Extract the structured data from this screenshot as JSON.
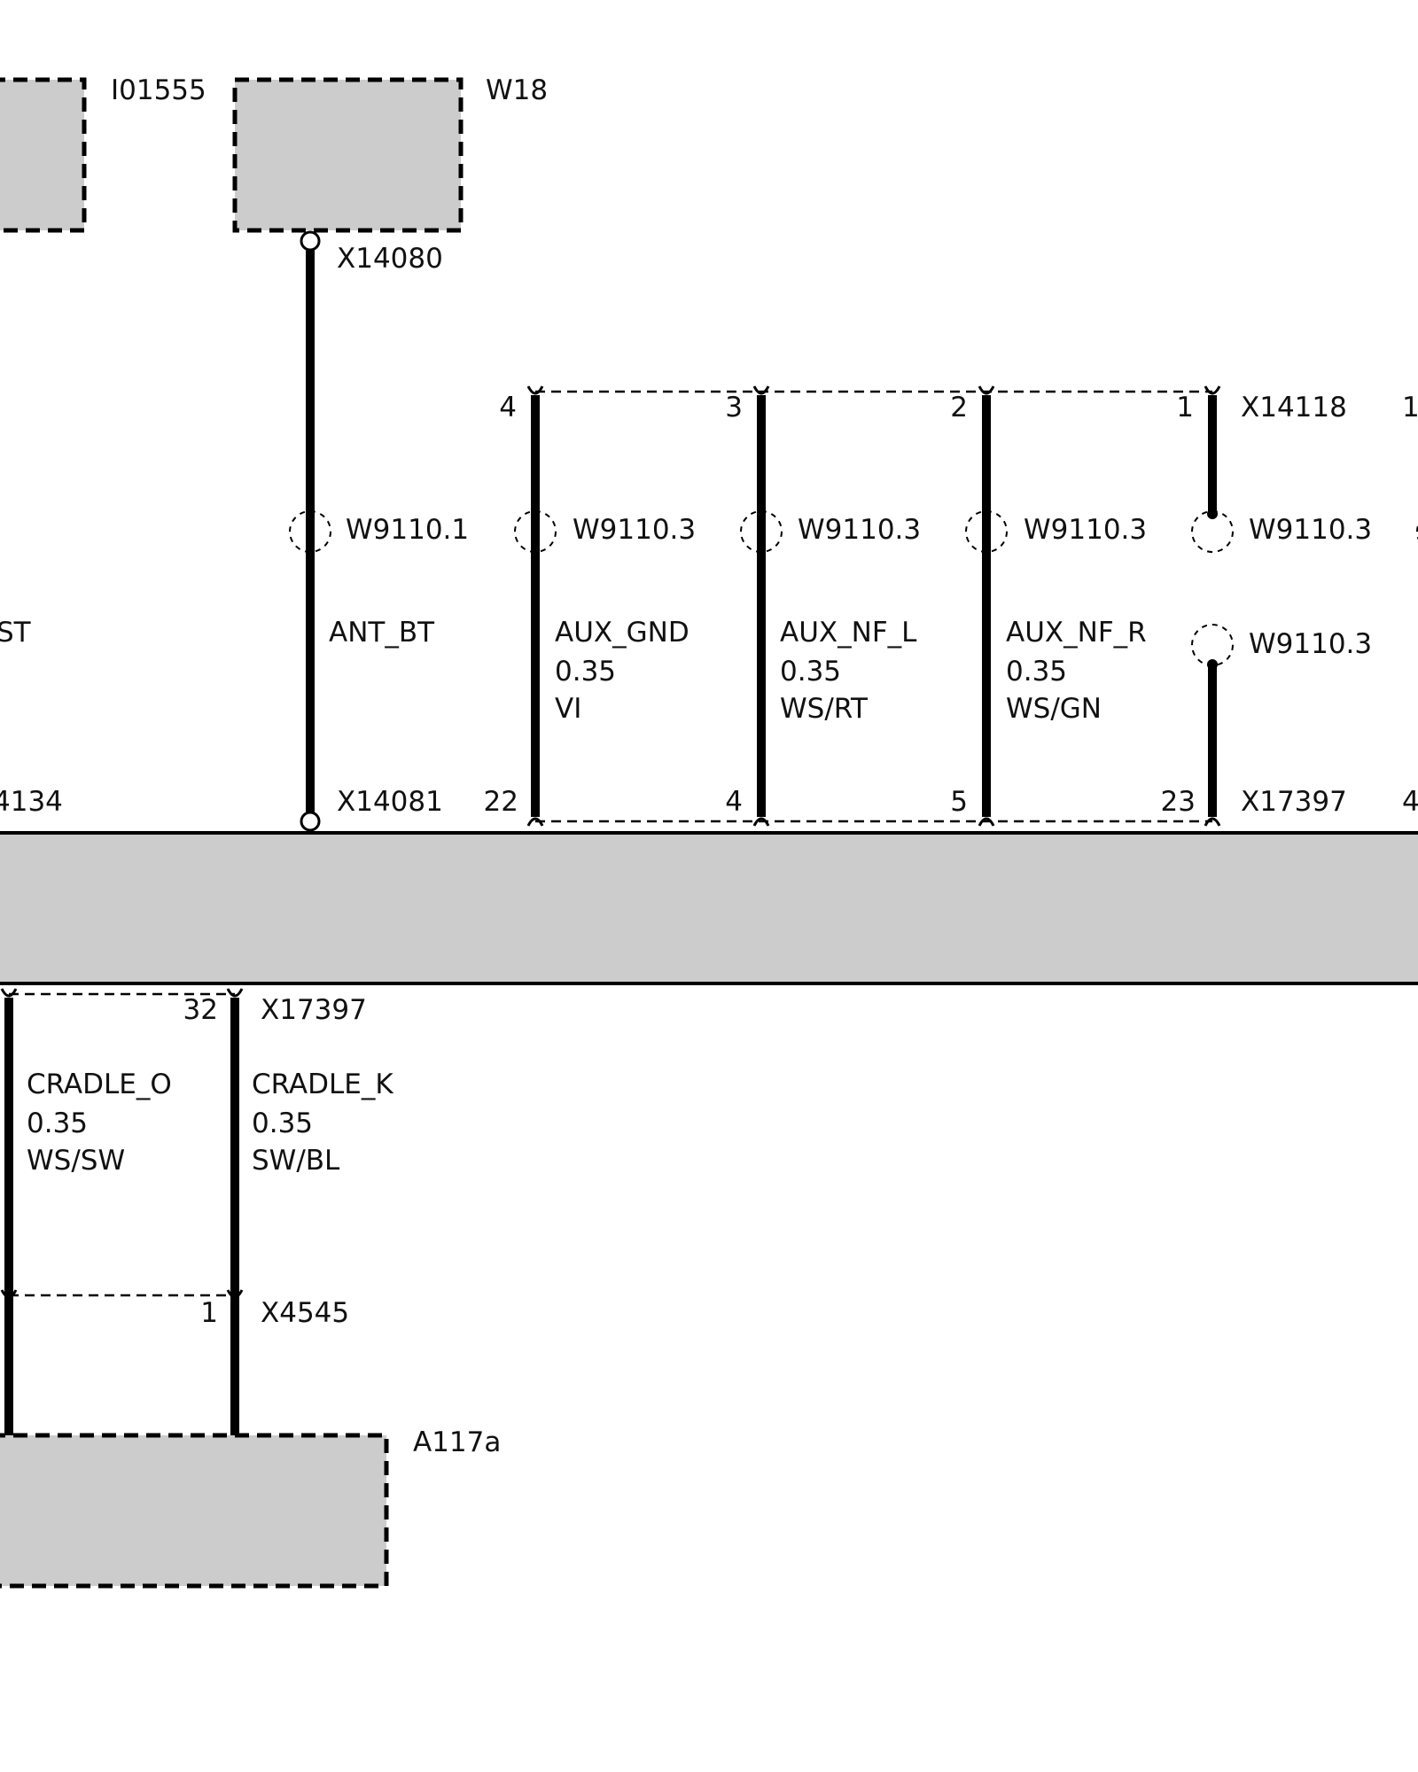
{
  "components": {
    "i01555": "I01555",
    "w18": "W18",
    "a117a": "A117a"
  },
  "connectors": {
    "x14080": "X14080",
    "x14081": "X14081",
    "x14118": "X14118",
    "x17397_top": "X17397",
    "x17397_bottom": "X17397",
    "x4545": "X4545",
    "left_partial": "4134"
  },
  "pins": {
    "x14118": [
      "4",
      "3",
      "2",
      "1"
    ],
    "x17397_top": [
      "22",
      "4",
      "5",
      "23"
    ],
    "x17397_bottom": [
      "32"
    ],
    "x4545": [
      "1"
    ],
    "right_partial_top": "1",
    "right_partial_bottom": "4"
  },
  "shields": {
    "ant": "W9110.1",
    "aux_gnd": "W9110.3",
    "aux_nf_l": "W9110.3",
    "aux_nf_r": "W9110.3",
    "pin1_upper": "W9110.3",
    "pin1_lower": "W9110.3"
  },
  "wires": {
    "left_partial": {
      "signal": "ST"
    },
    "ant_bt": {
      "signal": "ANT_BT"
    },
    "aux_gnd": {
      "signal": "AUX_GND",
      "size": "0.35",
      "color": "VI"
    },
    "aux_nf_l": {
      "signal": "AUX_NF_L",
      "size": "0.35",
      "color": "WS/RT"
    },
    "aux_nf_r": {
      "signal": "AUX_NF_R",
      "size": "0.35",
      "color": "WS/GN"
    },
    "cradle_o": {
      "signal": "CRADLE_O",
      "size": "0.35",
      "color": "WS/SW"
    },
    "cradle_k": {
      "signal": "CRADLE_K",
      "size": "0.35",
      "color": "SW/BL"
    }
  },
  "colors": {
    "component_fill": "#cccccc",
    "line": "#000000",
    "background": "#ffffff"
  }
}
